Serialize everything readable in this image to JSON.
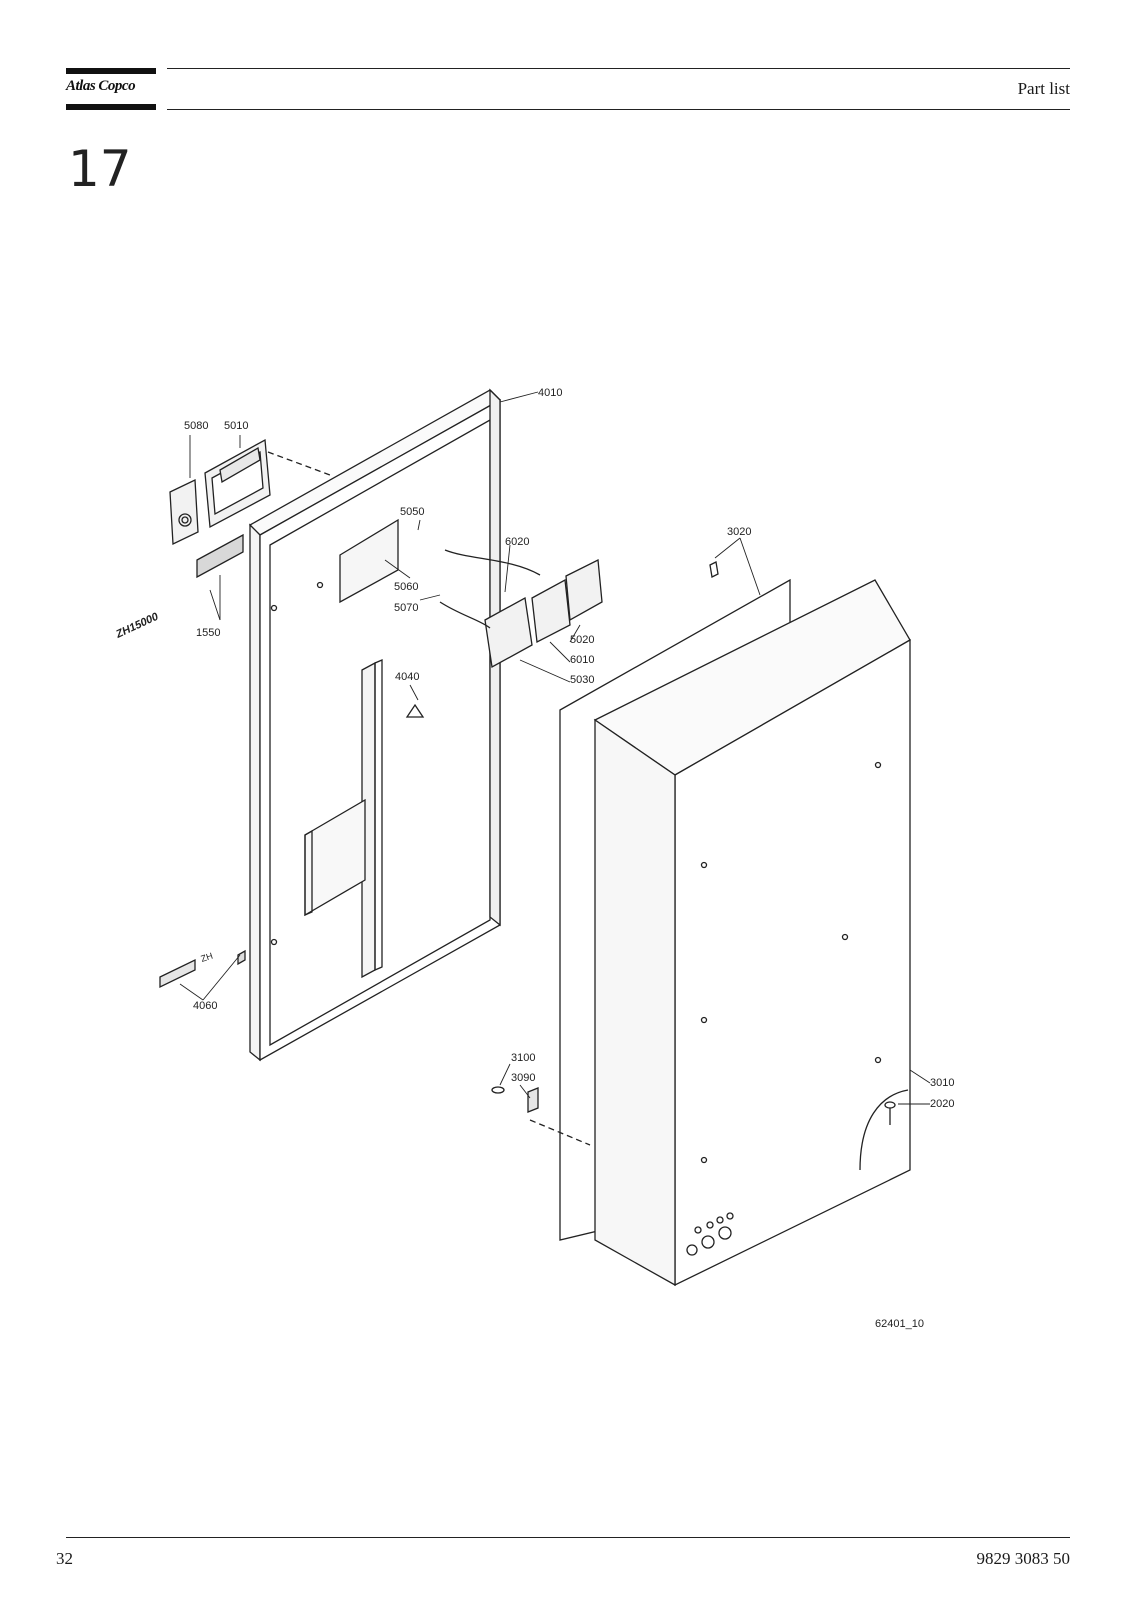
{
  "header": {
    "logo_text": "Atlas Copco",
    "title": "Part list"
  },
  "section_number": "17",
  "figure": {
    "drawing_id": "62401_10",
    "model_label": "ZH15000",
    "callouts": {
      "c4010": "4010",
      "c5080": "5080",
      "c5010": "5010",
      "c5050": "5050",
      "c6020": "6020",
      "c3020": "3020",
      "c5060": "5060",
      "c5070": "5070",
      "c1550": "1550",
      "c5020": "5020",
      "c6010": "6010",
      "c5030": "5030",
      "c4040": "4040",
      "c4060": "4060",
      "c3100": "3100",
      "c3090": "3090",
      "c3010": "3010",
      "c2020": "2020"
    }
  },
  "footer": {
    "page_number": "32",
    "document_number": "9829 3083 50"
  }
}
